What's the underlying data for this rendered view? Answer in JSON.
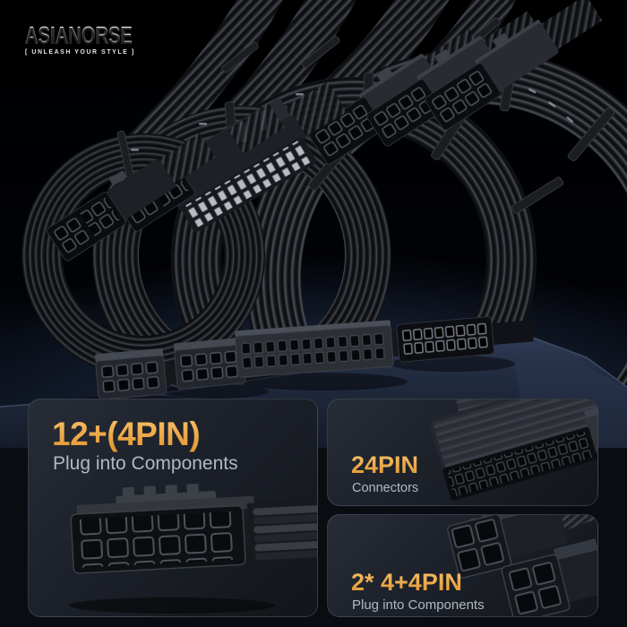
{
  "logo": {
    "brand": "ASIANORSE",
    "tagline": "[ UNLEASH YOUR STYLE ]"
  },
  "cards": {
    "pin12": {
      "title": "12+(4PIN)",
      "subtitle": "Plug into Components",
      "icon": "12pin-connector-graphic"
    },
    "pin24": {
      "title": "24PIN",
      "subtitle": "Connectors",
      "icon": "24pin-connector-graphic"
    },
    "pin44": {
      "title": "2* 4+4PIN",
      "subtitle": "Plug into Components",
      "icon": "dual-4plus4pin-connector-graphic"
    }
  },
  "colors": {
    "accent_gold": "#ECA747",
    "accent_gold_light": "#F5C36A",
    "accent_gold_dark": "#DE952C",
    "subtitle_text": "#B3B8BF",
    "card_background": "#1E222A",
    "platform_navy": "#2B3750",
    "background": "#000000"
  }
}
